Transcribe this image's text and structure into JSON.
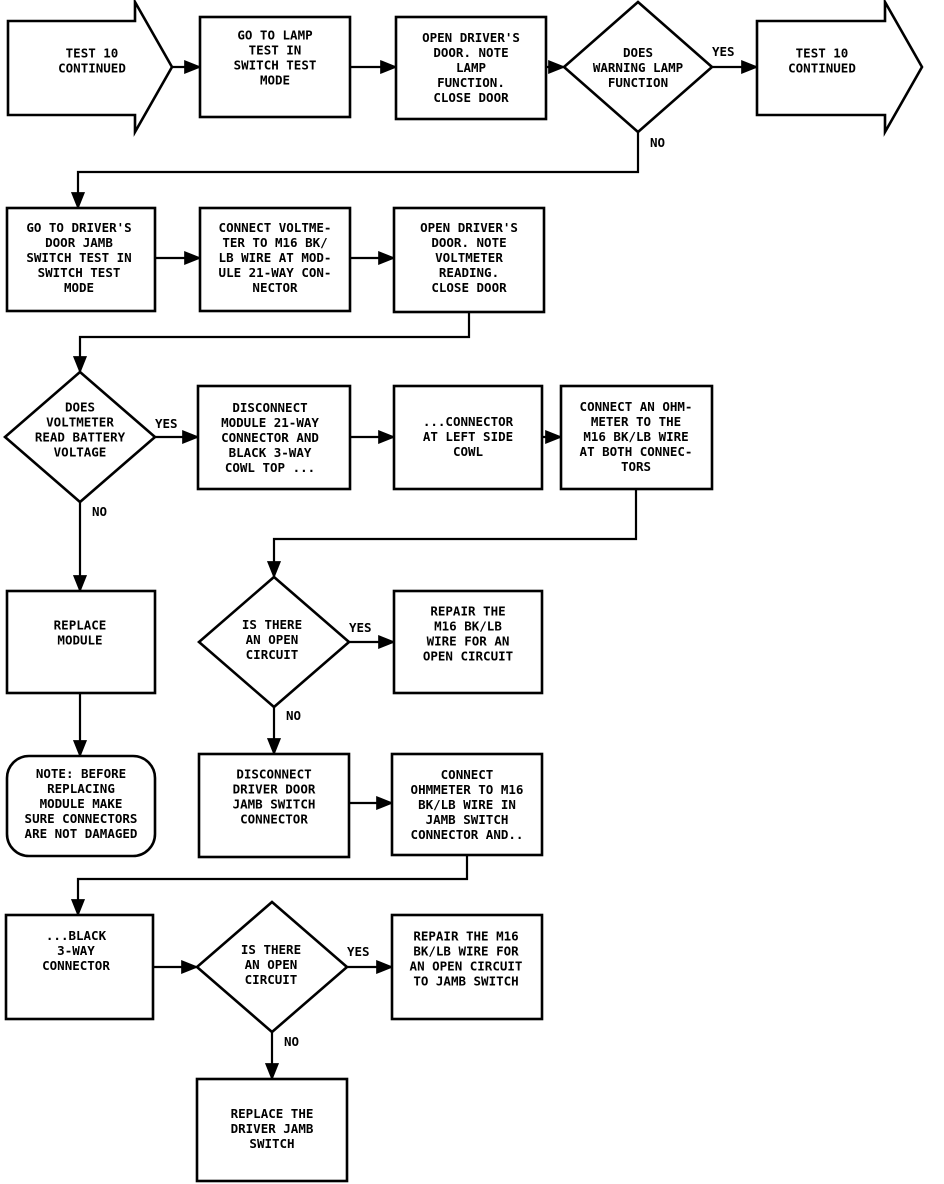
{
  "nodes": {
    "n1": [
      "TEST 10",
      "CONTINUED"
    ],
    "n2": [
      "GO TO LAMP",
      "TEST IN",
      "SWITCH TEST",
      "MODE"
    ],
    "n3": [
      "OPEN DRIVER'S",
      "DOOR. NOTE",
      "LAMP",
      "FUNCTION.",
      "CLOSE DOOR"
    ],
    "n4": [
      "DOES",
      "WARNING LAMP",
      "FUNCTION"
    ],
    "n5": [
      "TEST 10",
      "CONTINUED"
    ],
    "n6": [
      "GO TO DRIVER'S",
      "DOOR JAMB",
      "SWITCH TEST IN",
      "SWITCH TEST",
      "MODE"
    ],
    "n7": [
      "CONNECT VOLTME-",
      "TER TO M16 BK/",
      "LB WIRE AT MOD-",
      "ULE 21-WAY CON-",
      "NECTOR"
    ],
    "n8": [
      "OPEN DRIVER'S",
      "DOOR. NOTE",
      "VOLTMETER",
      "READING.",
      "CLOSE DOOR"
    ],
    "n9": [
      "DOES",
      "VOLTMETER",
      "READ BATTERY",
      "VOLTAGE"
    ],
    "n10": [
      "DISCONNECT",
      "MODULE 21-WAY",
      "CONNECTOR AND",
      "BLACK 3-WAY",
      "COWL TOP ..."
    ],
    "n11": [
      "...CONNECTOR",
      "AT LEFT SIDE",
      "COWL"
    ],
    "n12": [
      "CONNECT AN OHM-",
      "METER TO THE",
      "M16 BK/LB WIRE",
      "AT BOTH CONNEC-",
      "TORS"
    ],
    "n13": [
      "REPLACE",
      "MODULE"
    ],
    "n14": [
      "IS THERE",
      "AN OPEN",
      "CIRCUIT"
    ],
    "n15": [
      "REPAIR THE",
      "M16 BK/LB",
      "WIRE FOR AN",
      "OPEN CIRCUIT"
    ],
    "n16": [
      "NOTE: BEFORE",
      "REPLACING",
      "MODULE MAKE",
      "SURE CONNECTORS",
      "ARE NOT DAMAGED"
    ],
    "n17": [
      "DISCONNECT",
      "DRIVER DOOR",
      "JAMB SWITCH",
      "CONNECTOR"
    ],
    "n18": [
      "CONNECT",
      "OHMMETER TO M16",
      "BK/LB WIRE IN",
      "JAMB SWITCH",
      "CONNECTOR AND.."
    ],
    "n19": [
      "...BLACK",
      "3-WAY",
      "CONNECTOR"
    ],
    "n20": [
      "IS THERE",
      "AN OPEN",
      "CIRCUIT"
    ],
    "n21": [
      "REPAIR THE M16",
      "BK/LB WIRE FOR",
      "AN OPEN CIRCUIT",
      "TO JAMB SWITCH"
    ],
    "n22": [
      "REPLACE THE",
      "DRIVER JAMB",
      "SWITCH"
    ]
  },
  "labels": {
    "yes1": "YES",
    "no1": "NO",
    "yes2": "YES",
    "no2": "NO",
    "yes3": "YES",
    "no3": "NO",
    "yes4": "YES",
    "no4": "NO"
  }
}
